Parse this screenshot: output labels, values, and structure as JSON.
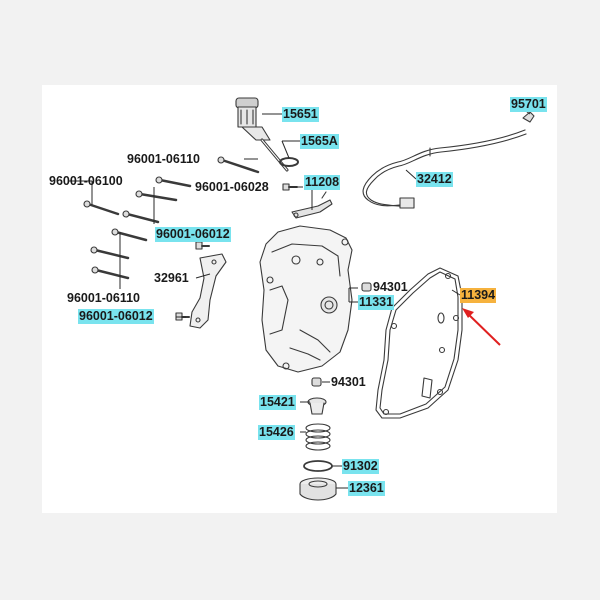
{
  "colors": {
    "highlight": "#79e3ee",
    "selected_highlight": "#f6b23e",
    "pointer_arrow": "#e02020",
    "line_art": "#3a3a3a"
  },
  "parts": {
    "p15651": "15651",
    "p1565A": "1565A",
    "p95701": "95701",
    "p96001_06110_top": "96001-06110",
    "p96001_06100": "96001-06100",
    "p96001_06028": "96001-06028",
    "p11208": "11208",
    "p32412": "32412",
    "p96001_06012_a": "96001-06012",
    "p32961": "32961",
    "p94301_a": "94301",
    "p11331": "11331",
    "p11394": "11394",
    "p96001_06110_bottom": "96001-06110",
    "p96001_06012_b": "96001-06012",
    "p94301_b": "94301",
    "p15421": "15421",
    "p15426": "15426",
    "p91302": "91302",
    "p12361": "12361"
  }
}
